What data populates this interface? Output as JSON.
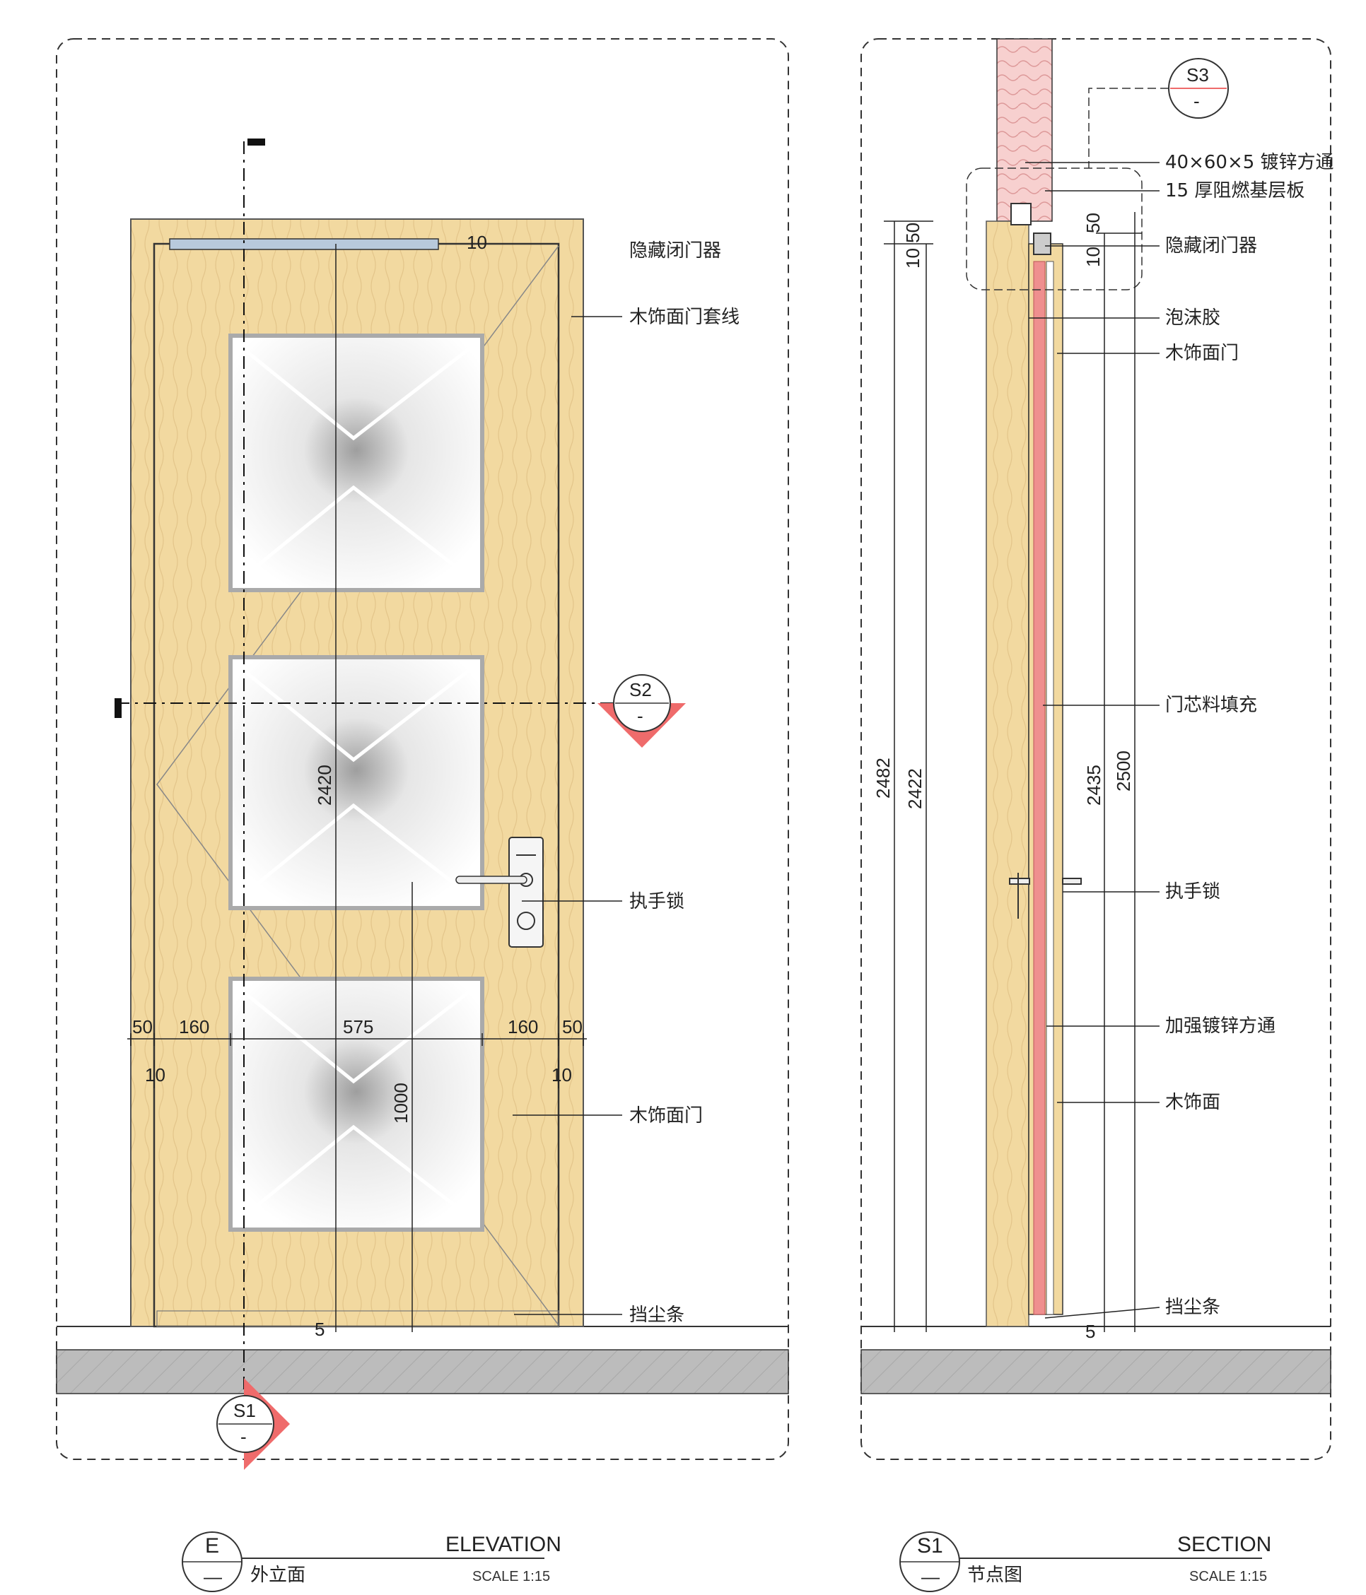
{
  "elevation": {
    "section_tag_s2": {
      "id": "S2",
      "sub": "-"
    },
    "section_tag_s1": {
      "id": "S1",
      "sub": "-"
    },
    "labels": {
      "closer": "隐藏闭门器",
      "casing": "木饰面门套线",
      "lock": "执手锁",
      "door": "木饰面门",
      "dust": "挡尘条"
    },
    "dims": {
      "d50_left": "50",
      "d160_left": "160",
      "d575": "575",
      "d160_right": "160",
      "d50_right": "50",
      "d10_left": "10",
      "d10_right": "10",
      "d10_top": "10",
      "d2420": "2420",
      "d1000": "1000",
      "d5": "5"
    },
    "title": {
      "tag_letter": "E",
      "tag_sub": "—",
      "name_en": "ELEVATION",
      "name_cn": "外立面",
      "scale": "SCALE 1:15"
    }
  },
  "section": {
    "section_tag_s3": {
      "id": "S3",
      "sub": "-"
    },
    "labels": {
      "tube": "40×60×5 镀锌方通",
      "board": "15 厚阻燃基层板",
      "closer": "隐藏闭门器",
      "foam": "泡沫胶",
      "door": "木饰面门",
      "core": "门芯料填充",
      "lock": "执手锁",
      "reinforce": "加强镀锌方通",
      "veneer": "木饰面",
      "dust": "挡尘条"
    },
    "dims": {
      "d10_50": "10  50",
      "d10": "10",
      "d50": "50",
      "d2482": "2482",
      "d2422": "2422",
      "d2435": "2435",
      "d2500": "2500",
      "d5": "5"
    },
    "title": {
      "tag_letter": "S1",
      "tag_sub": "—",
      "name_en": "SECTION",
      "name_cn": "节点图",
      "scale": "SCALE 1:15"
    }
  },
  "colors": {
    "wood": "#f2d9a0",
    "panel_grey": "#c9c9c9",
    "section_red": "#ef6b6b",
    "insulation_pink": "#f4b8b8",
    "floor_grey": "#b9b9b9"
  }
}
